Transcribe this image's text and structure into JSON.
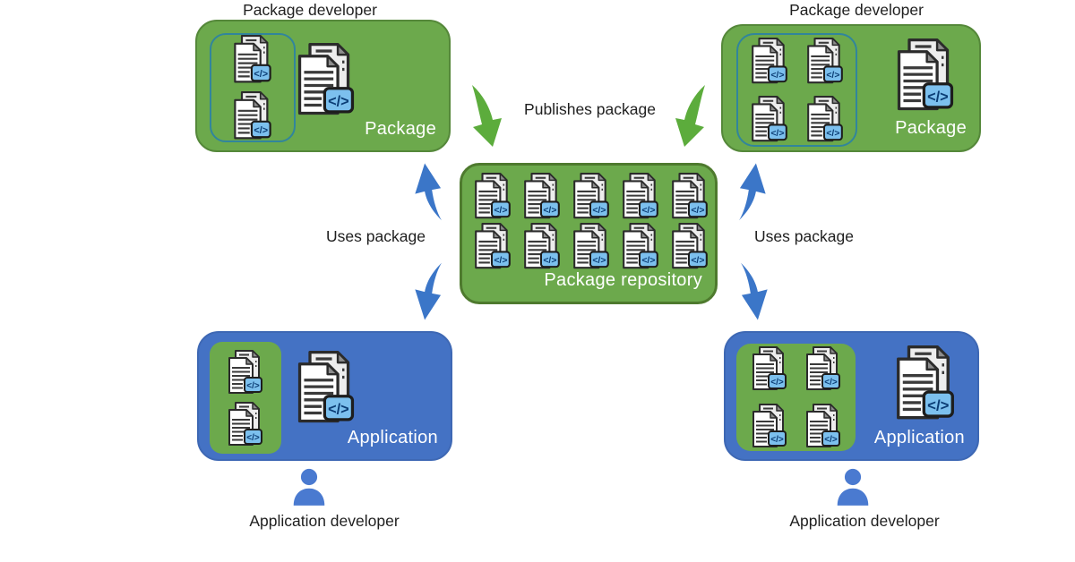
{
  "colors": {
    "green": "#6CA94C",
    "green_border": "#55883A",
    "repo_border": "#4E7A2E",
    "blue": "#4472C4",
    "blue_border": "#3E68B4",
    "teal_border": "#31859C",
    "arrow_green": "#5CAC3C",
    "arrow_blue": "#3B76C8",
    "person": "#4A7AD0",
    "badge_fill": "#7CC0EE",
    "badge_glyph": "#0A3C74",
    "text_dark": "#1F1F1F",
    "text_light": "#FFFFFF"
  },
  "icons": {
    "code_badge": "</>"
  },
  "nodes": {
    "package_left": {
      "title": "Package developer",
      "label": "Package",
      "small_docs": 2
    },
    "package_right": {
      "title": "Package developer",
      "label": "Package",
      "small_docs": 4
    },
    "repository": {
      "label": "Package repository",
      "docs": 10
    },
    "application_left": {
      "label": "Application",
      "developer": "Application developer",
      "small_docs": 2
    },
    "application_right": {
      "label": "Application",
      "developer": "Application developer",
      "small_docs": 4
    }
  },
  "edges": {
    "publish": "Publishes package",
    "uses_left": "Uses package",
    "uses_right": "Uses package"
  }
}
